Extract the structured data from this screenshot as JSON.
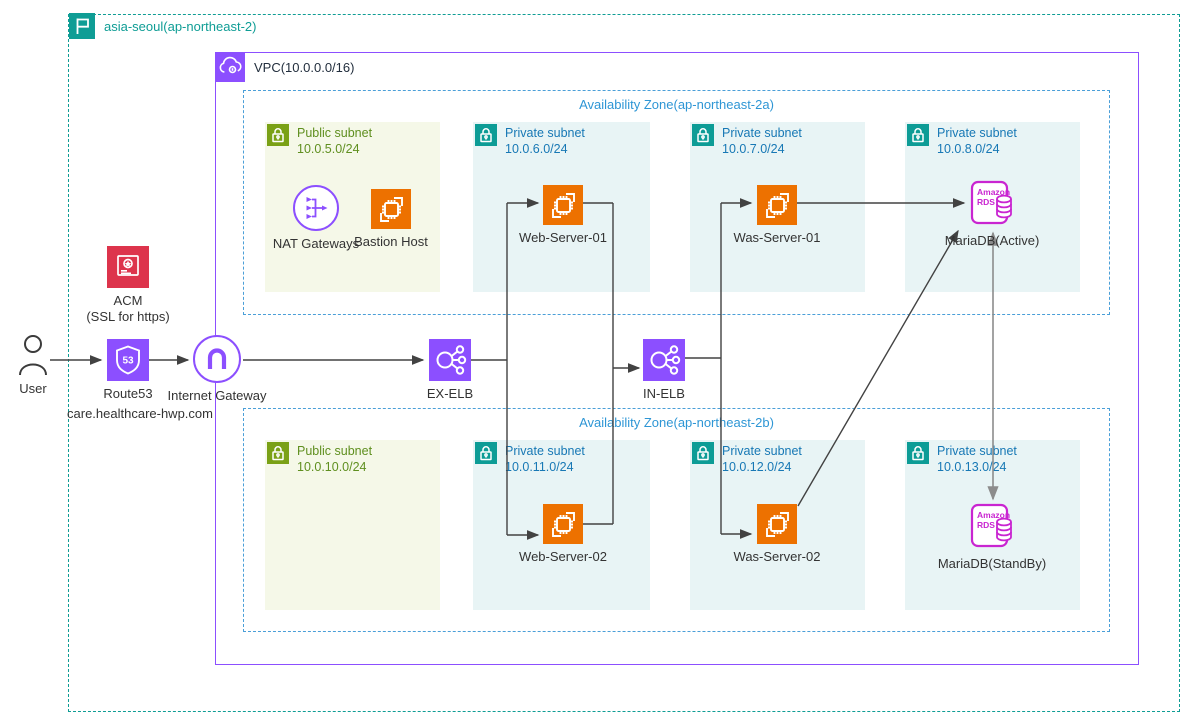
{
  "region": {
    "label": "asia-seoul(ap-northeast-2)"
  },
  "vpc": {
    "label": "VPC(10.0.0.0/16)"
  },
  "azs": [
    {
      "label": "Availability Zone(ap-northeast-2a)"
    },
    {
      "label": "Availability Zone(ap-northeast-2b)"
    }
  ],
  "subnets": [
    {
      "title": "Public subnet",
      "cidr": "10.0.5.0/24"
    },
    {
      "title": "Private subnet",
      "cidr": "10.0.6.0/24"
    },
    {
      "title": "Private subnet",
      "cidr": "10.0.7.0/24"
    },
    {
      "title": "Private subnet",
      "cidr": "10.0.8.0/24"
    },
    {
      "title": "Public subnet",
      "cidr": "10.0.10.0/24"
    },
    {
      "title": "Private subnet",
      "cidr": "10.0.11.0/24"
    },
    {
      "title": "Private subnet",
      "cidr": "10.0.12.0/24"
    },
    {
      "title": "Private subnet",
      "cidr": "10.0.13.0/24"
    }
  ],
  "nodes": {
    "user": {
      "label": "User"
    },
    "acm": {
      "label": "ACM",
      "sublabel": "(SSL for https)"
    },
    "route53": {
      "label": "Route53",
      "icon_text": "53",
      "domain": "care.healthcare-hwp.com"
    },
    "internet_gateway": {
      "label": "Internet Gateway"
    },
    "ex_elb": {
      "label": "EX-ELB"
    },
    "in_elb": {
      "label": "IN-ELB"
    },
    "nat_gateways": {
      "label": "NAT Gateways"
    },
    "bastion_host": {
      "label": "Bastion Host"
    },
    "web_server_01": {
      "label": "Web-Server-01"
    },
    "web_server_02": {
      "label": "Web-Server-02"
    },
    "was_server_01": {
      "label": "Was-Server-01"
    },
    "was_server_02": {
      "label": "Was-Server-02"
    },
    "mariadb_active": {
      "label": "MariaDB(Active)",
      "icon_lines": [
        "Amazon",
        "RDS"
      ]
    },
    "mariadb_standby": {
      "label": "MariaDB(StandBy)",
      "icon_lines": [
        "Amazon",
        "RDS"
      ]
    }
  },
  "edges": [
    {
      "from": "User",
      "to": "Route53"
    },
    {
      "from": "Route53",
      "to": "Internet Gateway"
    },
    {
      "from": "Internet Gateway",
      "to": "EX-ELB"
    },
    {
      "from": "EX-ELB",
      "to": "Web-Server-01"
    },
    {
      "from": "EX-ELB",
      "to": "Web-Server-02"
    },
    {
      "from": "Web-Server-01",
      "to": "IN-ELB"
    },
    {
      "from": "Web-Server-02",
      "to": "IN-ELB"
    },
    {
      "from": "IN-ELB",
      "to": "Was-Server-01"
    },
    {
      "from": "IN-ELB",
      "to": "Was-Server-02"
    },
    {
      "from": "Was-Server-01",
      "to": "MariaDB(Active)"
    },
    {
      "from": "Was-Server-02",
      "to": "MariaDB(Active)"
    },
    {
      "from": "MariaDB(Active)",
      "to": "MariaDB(StandBy)",
      "style": "gray-bidirectional"
    }
  ],
  "colors": {
    "region_teal": "#0f9d95",
    "az_blue": "#4a9fd8",
    "vpc_purple": "#8c4fff",
    "network_purple": "#8c4fff",
    "compute_orange": "#ed7100",
    "database_magenta": "#c925d1",
    "security_red": "#dd344c",
    "public_green": "#7aa116",
    "private_teal": "#0d9c96",
    "arrow_dark": "#424242",
    "replication_gray": "#8c8c8c"
  }
}
